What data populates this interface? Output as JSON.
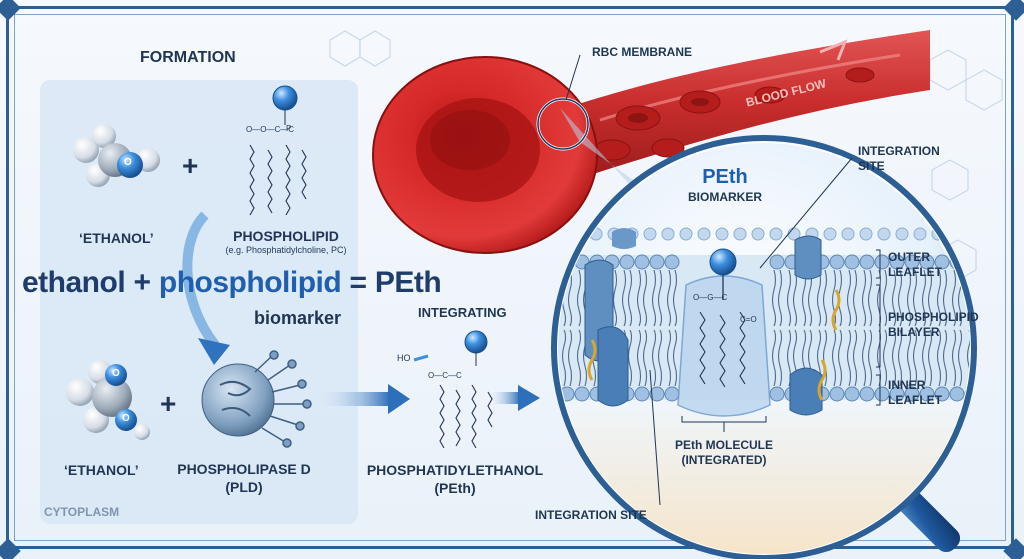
{
  "formation": {
    "title": "FORMATION",
    "ethanol_label_top": "‘ETHANOL’",
    "phospholipid_label": "PHOSPHOLIPID",
    "phospholipid_example": "(e.g. Phosphatidylcholine, PC)",
    "ethanol_label_bottom": "‘ETHANOL’",
    "pld_line1": "PHOSPHOLIPASE D",
    "pld_line2": "(PLD)",
    "cytoplasm": "CYTOPLASM",
    "plus": "+",
    "hydroxyl": "O",
    "ho": "HO",
    "p_letter": "P"
  },
  "equation": {
    "ethanol": "ethanol",
    "plus": "+",
    "phospholipid": "phospholipid",
    "equals": "=",
    "peth": "PEth",
    "biomarker": "biomarker"
  },
  "product": {
    "integrating": "INTEGRATING",
    "name_line1": "PHOSPHATIDYLETHANOL",
    "name_line2": "(PEth)"
  },
  "membrane": {
    "rbc_membrane": "RBC MEMBRANE",
    "blood_flow": "BLOOD FLOW",
    "peth": "PEth",
    "biomarker": "BIOMARKER",
    "integration_site_top_1": "INTEGRATION",
    "integration_site_top_2": "SITE",
    "outer_leaflet_1": "OUTER",
    "outer_leaflet_2": "LEAFLET",
    "bilayer_1": "PHOSPHOLIPID",
    "bilayer_2": "BILAYER",
    "inner_leaflet_1": "INNER",
    "inner_leaflet_2": "LEAFLET",
    "molecule_1": "PEth MOLECULE",
    "molecule_2": "(INTEGRATED)",
    "integration_site_bottom": "INTEGRATION SITE"
  },
  "colors": {
    "frame": "#2d5f94",
    "accent_blue": "#1f5fae",
    "text_dark": "#1f3552",
    "blood_red": "#c42020"
  }
}
